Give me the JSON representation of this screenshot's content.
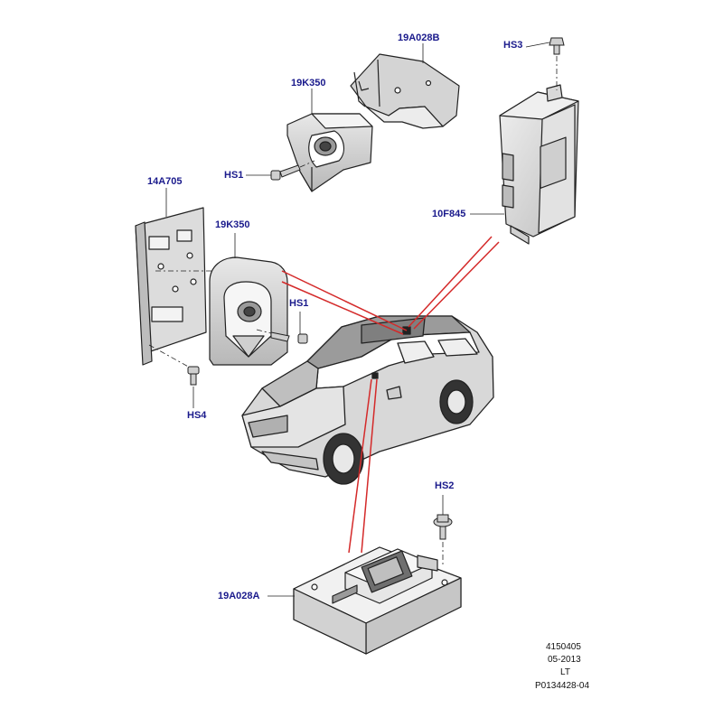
{
  "callouts": {
    "bracket_upper": "19A028B",
    "bracket_lower": "19A028A",
    "camera_upper": "19K350",
    "camera_left": "19K350",
    "mount_plate": "14A705",
    "control_module": "10F845",
    "screw_hs1_upper": "HS1",
    "screw_hs1_lower": "HS1",
    "screw_hs2": "HS2",
    "screw_hs3": "HS3",
    "screw_hs4": "HS4"
  },
  "footer": {
    "ref_number": "4150405",
    "date": "05-2013",
    "code": "LT",
    "illustration_id": "P0134428-04"
  },
  "colors": {
    "callout_text": "#1a1a8c",
    "leader_red": "#d42a2a",
    "line_art": "#222222",
    "part_shade": "#d9d9d9"
  }
}
